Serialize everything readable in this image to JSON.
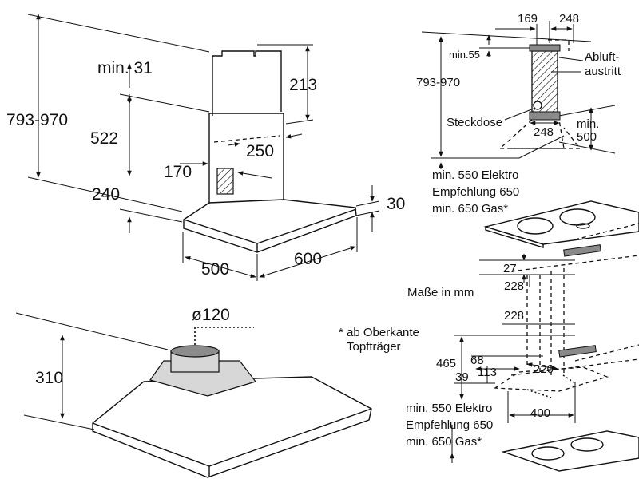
{
  "main_view": {
    "dim_total_height": "793-970",
    "dim_min_top": "min. 31",
    "dim_chimney_upper": "213",
    "dim_chimney_lower": "522",
    "dim_chimney_depth": "250",
    "dim_chimney_front": "170",
    "dim_hood_bottom": "240",
    "dim_canopy_height": "30",
    "dim_depth": "500",
    "dim_width": "600"
  },
  "hood_view": {
    "dim_outlet_diameter": "ø120",
    "dim_hood_height": "310"
  },
  "side_view": {
    "dim_top_169": "169",
    "dim_top_248": "248",
    "dim_min55": "min.55",
    "label_exhaust": "Abluft-\naustritt",
    "dim_total_height": "793-970",
    "label_socket": "Steckdose",
    "dim_bottom_248": "248",
    "dim_min500": "min.\n500",
    "note_lines": [
      "min. 550 Elektro",
      "Empfehlung 650",
      "min. 650 Gas*"
    ]
  },
  "mount_view": {
    "dim_27": "27",
    "dim_228_top": "228",
    "label_units": "Maße in mm",
    "dim_228_mid": "228",
    "footnote": "* ab Oberkante\n   Topfträger",
    "dim_465": "465",
    "dim_68": "68",
    "dim_39": "39",
    "dim_113": "113",
    "dim_220": "220",
    "dim_400": "400",
    "note_lines": [
      "min. 550 Elektro",
      "Empfehlung 650",
      "min. 650 Gas*"
    ]
  }
}
